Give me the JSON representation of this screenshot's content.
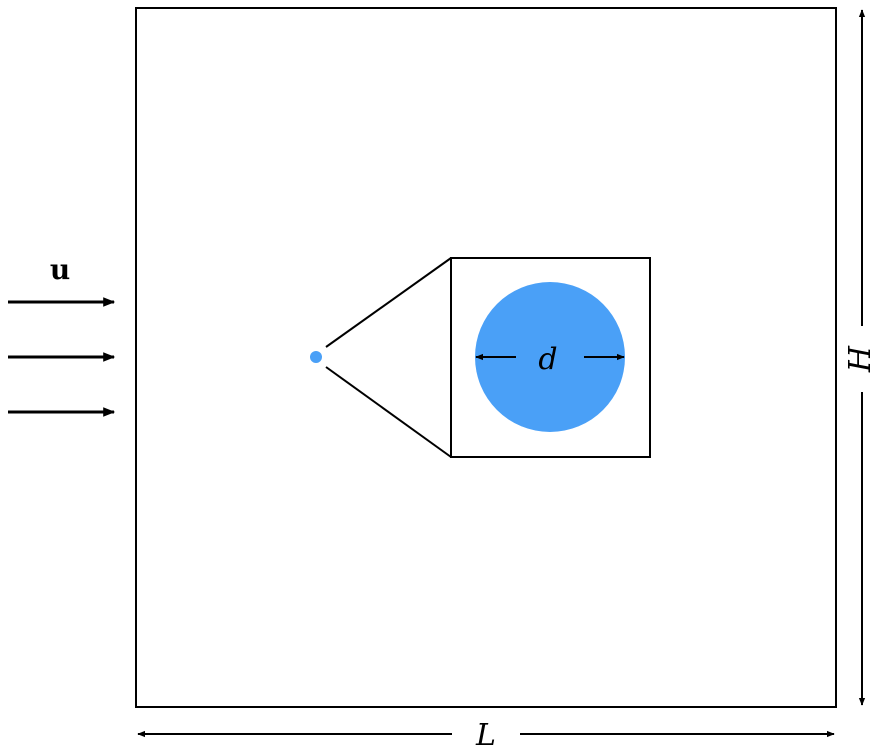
{
  "labels": {
    "velocity": "u",
    "diameter": "d",
    "length": "L",
    "height": "H"
  },
  "colors": {
    "obstacle": "#4aa0f7",
    "stroke": "#000000",
    "background": "#ffffff"
  }
}
